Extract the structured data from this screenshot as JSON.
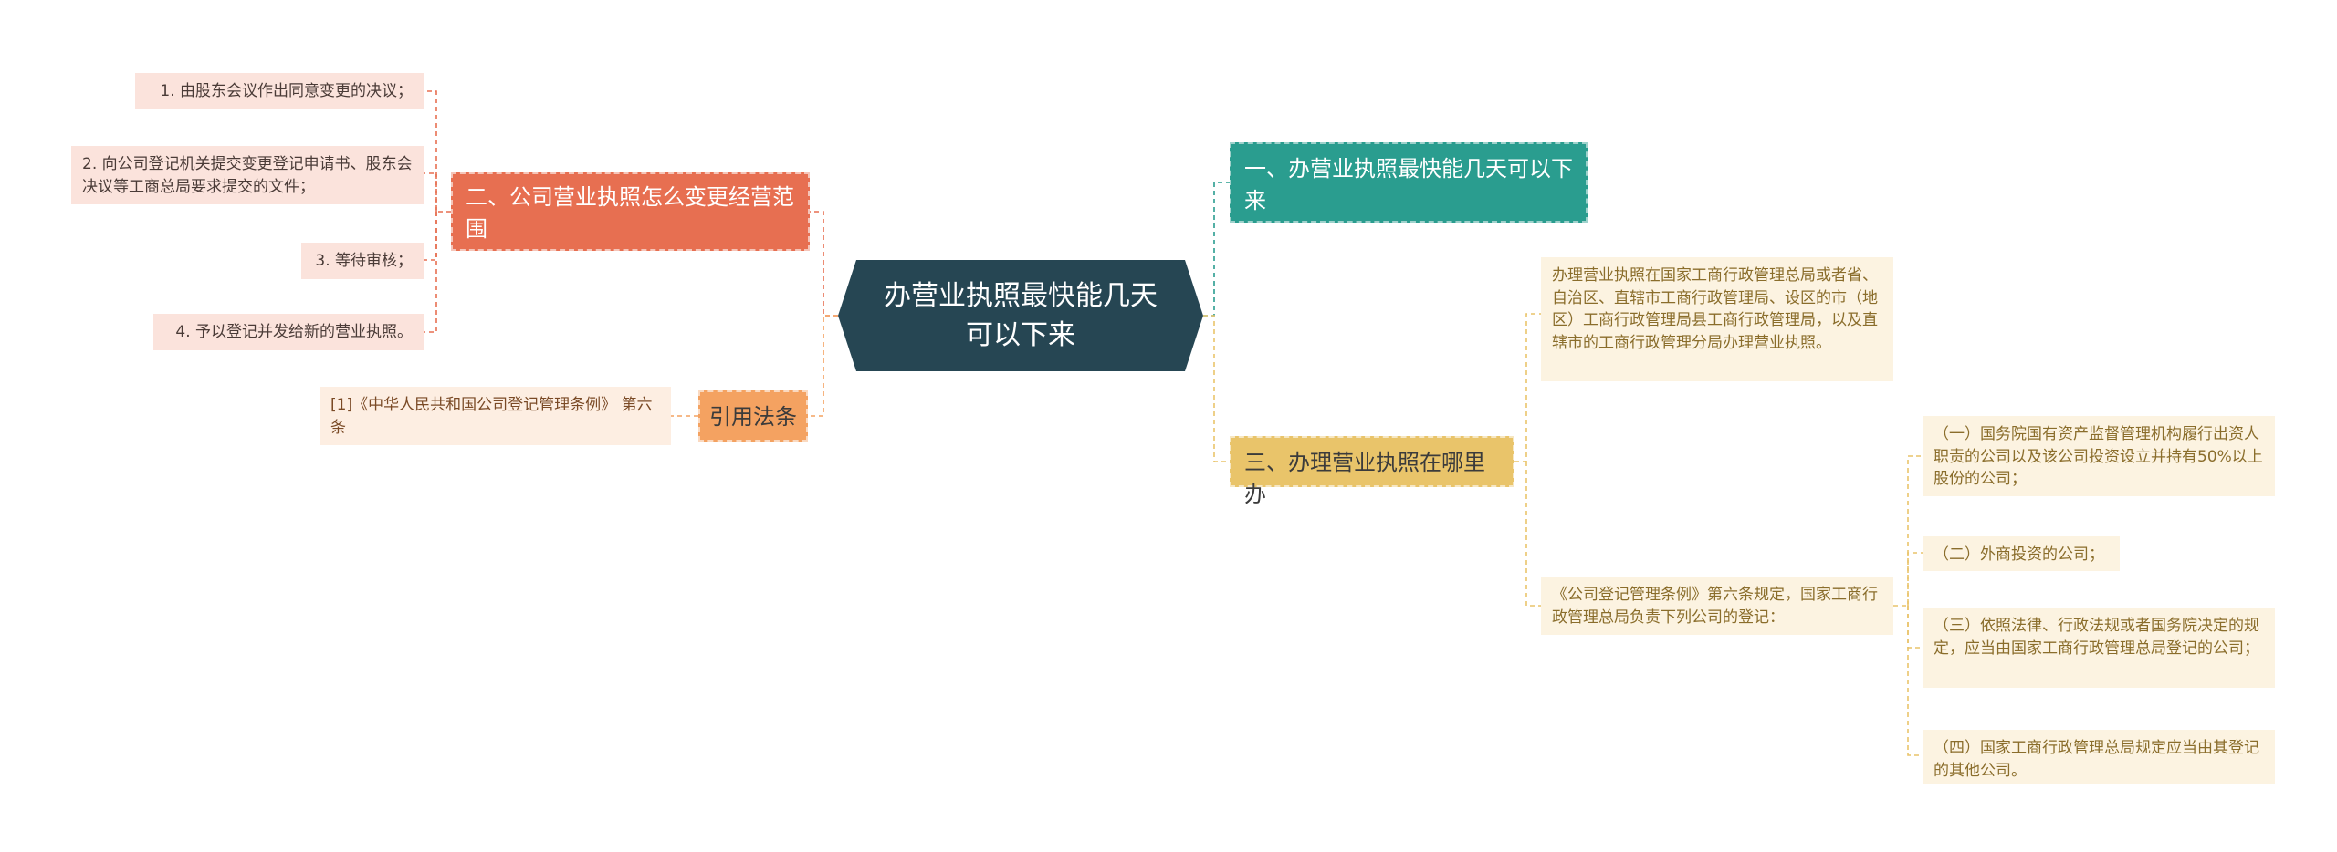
{
  "root": {
    "label": "办营业执照最快能几天可以下来"
  },
  "branches": {
    "b1": {
      "label": "一、办营业执照最快能几天可以下来"
    },
    "b2": {
      "label": "二、公司营业执照怎么变更经营范围",
      "items": [
        "1. 由股东会议作出同意变更的决议；",
        "2. 向公司登记机关提交变更登记申请书、股东会决议等工商总局要求提交的文件；",
        "3. 等待审核；",
        "4. 予以登记并发给新的营业执照。"
      ]
    },
    "b3": {
      "label": "三、办理营业执照在哪里办",
      "items": [
        "办理营业执照在国家工商行政管理总局或者省、自治区、直辖市工商行政管理局、设区的市（地区）工商行政管理局县工商行政管理局，以及直辖市的工商行政管理分局办理营业执照。",
        "《公司登记管理条例》第六条规定，国家工商行政管理总局负责下列公司的登记："
      ],
      "subitems": [
        "（一）国务院国有资产监督管理机构履行出资人职责的公司以及该公司投资设立并持有50%以上股份的公司；",
        "（二）外商投资的公司；",
        "（三）依照法律、行政法规或者国务院决定的规定，应当由国家工商行政管理总局登记的公司；",
        "（四）国家工商行政管理总局规定应当由其登记的其他公司。"
      ]
    },
    "b4": {
      "label": "引用法条",
      "items": [
        "[1]《中华人民共和国公司登记管理条例》 第六条"
      ]
    }
  },
  "colors": {
    "root": "#264653",
    "b1": "#2a9d8f",
    "b2": "#e76f51",
    "b3": "#e9c46a",
    "b4": "#f4a261",
    "leaf_left": "#fbe3dc",
    "leaf_right": "#fcf3e1"
  }
}
